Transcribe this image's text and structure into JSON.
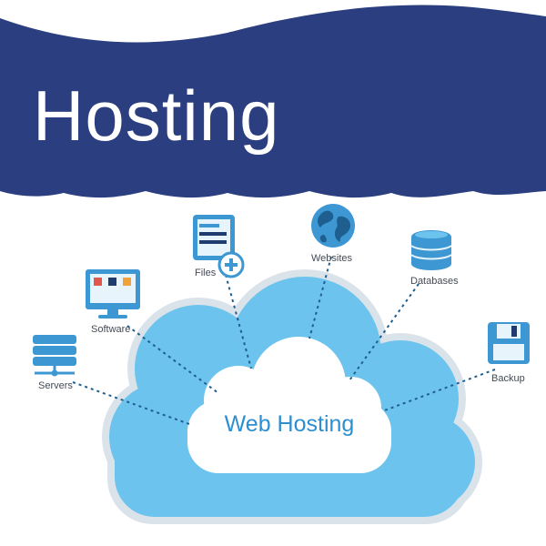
{
  "banner": {
    "title": "Hosting",
    "background": "#2b3f80"
  },
  "center": {
    "label": "Web Hosting",
    "cloud_color": "#6cc3ee"
  },
  "nodes": {
    "servers": {
      "label": "Servers"
    },
    "software": {
      "label": "Software"
    },
    "files": {
      "label": "Files"
    },
    "websites": {
      "label": "Websites"
    },
    "databases": {
      "label": "Databases"
    },
    "backup": {
      "label": "Backup"
    }
  },
  "colors": {
    "icon_blue": "#3d97d3",
    "connector": "#1f5f8f",
    "label_text": "#444a55"
  }
}
